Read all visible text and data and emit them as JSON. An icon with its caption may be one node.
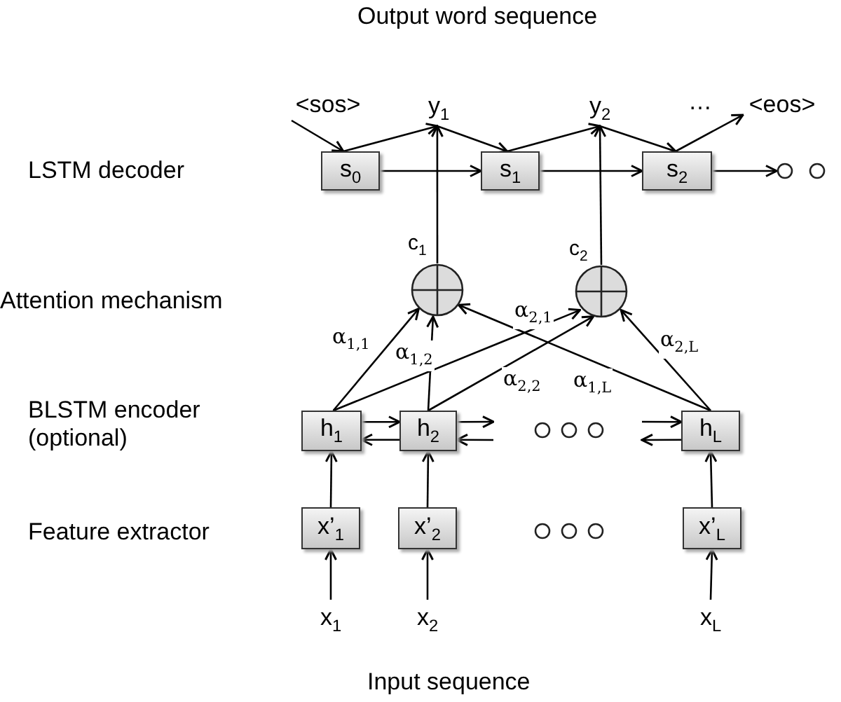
{
  "diagram": {
    "nodes": [
      {
        "text": [
          "<sos>"
        ]
      },
      {
        "text": [
          "y$_{1}$"
        ]
      },
      {
        "text": [
          "y$_{2}$"
        ]
      },
      {
        "text": [
          "<eos>"
        ]
      },
      {
        "text": [
          "s$_{0}$"
        ]
      },
      {
        "text": [
          "s$_{1}$"
        ]
      },
      {
        "text": [
          "s$_{2}$"
        ]
      },
      {
        "text": [],
        "shape": "circle"
      },
      {
        "text": [],
        "shape": "circle"
      },
      {
        "text": [],
        "shape": "circle"
      },
      {
        "text": [],
        "shape": "circle"
      },
      {
        "text": [
          "h$_{1}$"
        ]
      },
      {
        "text": [
          "h$_{2}$"
        ]
      },
      {
        "text": [],
        "shape": "circle"
      },
      {
        "text": [],
        "shape": "circle"
      },
      {
        "text": [],
        "shape": "circle"
      },
      {
        "text": [
          "h$_{L}$"
        ]
      },
      {
        "text": [
          "x’$_{1}$"
        ]
      },
      {
        "text": [
          "x’$_{2}$"
        ]
      },
      {
        "text": [],
        "shape": "circle"
      },
      {
        "text": [],
        "shape": "circle"
      },
      {
        "text": [],
        "shape": "circle"
      },
      {
        "text": [
          "x’$_{L}$"
        ]
      },
      {
        "text": [
          "x$_{1}$"
        ]
      },
      {
        "text": [
          "x$_{2}$"
        ]
      },
      {
        "text": [
          "x$_{L}$"
        ]
      }
    ],
    "edges": [
      {
        "from": 0,
        "to": 4,
        "arrow": "to"
      },
      {
        "from": 4,
        "to": 1,
        "arrow": "to"
      },
      {
        "from": 1,
        "to": 5,
        "arrow": "to"
      },
      {
        "from": 5,
        "to": 2,
        "arrow": "to"
      },
      {
        "from": 2,
        "to": 6,
        "arrow": "to"
      },
      {
        "from": 6,
        "to": 3,
        "arrow": "to"
      },
      {
        "from": 4,
        "to": 5,
        "arrow": "to"
      },
      {
        "from": 5,
        "to": 6,
        "arrow": "to"
      },
      {
        "from": 6,
        "to": 7,
        "arrow": "to"
      },
      {
        "from": 9,
        "to": 1,
        "arrow": "to",
        "label": "c$_{1}$"
      },
      {
        "from": 10,
        "to": 2,
        "arrow": "to",
        "label": "c$_{2}$"
      },
      {
        "from": 11,
        "to": 9,
        "arrow": "to",
        "label": "α$_{1,1}$"
      },
      {
        "from": 12,
        "to": 9,
        "arrow": "to",
        "label": "α$_{1,2}$"
      },
      {
        "from": 16,
        "to": 9,
        "arrow": "to",
        "label": "α$_{1,L}$"
      },
      {
        "from": 11,
        "to": 10,
        "arrow": "to",
        "label": "α$_{2,1}$"
      },
      {
        "from": 12,
        "to": 10,
        "arrow": "to",
        "label": "α$_{2,2}$"
      },
      {
        "from": 16,
        "to": 10,
        "arrow": "to",
        "label": "α$_{2,L}$"
      },
      {
        "from": 11,
        "to": 12,
        "arrow": "to"
      },
      {
        "from": 12,
        "to": 11,
        "arrow": "to"
      },
      {
        "from": 12,
        "to": null,
        "arrow": "to"
      },
      {
        "from": null,
        "to": 12,
        "arrow": "to"
      },
      {
        "from": null,
        "to": 16,
        "arrow": "to"
      },
      {
        "from": 16,
        "to": null,
        "arrow": "to"
      },
      {
        "from": 17,
        "to": 11,
        "arrow": "to"
      },
      {
        "from": 18,
        "to": 12,
        "arrow": "to"
      },
      {
        "from": 22,
        "to": 16,
        "arrow": "to"
      },
      {
        "from": 23,
        "to": 17,
        "arrow": "to"
      },
      {
        "from": 24,
        "to": 18,
        "arrow": "to"
      },
      {
        "from": 25,
        "to": 22,
        "arrow": "to"
      }
    ],
    "labels": [
      "Output word sequence",
      "…",
      "LSTM decoder",
      "Attention mechanism",
      "BLSTM encoder (optional)",
      "Feature extractor",
      "Input sequence"
    ]
  }
}
